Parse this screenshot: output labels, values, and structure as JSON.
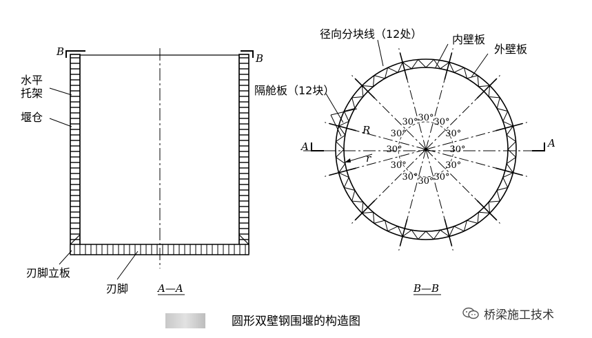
{
  "section_left": {
    "marker_left": "B",
    "marker_right": "B",
    "label_water_bracket_1": "水平",
    "label_water_bracket_2": "托架",
    "label_cofferdam": "堰仓",
    "label_blade_plate": "刃脚立板",
    "label_blade": "刃脚",
    "section_title": "A—A"
  },
  "section_right": {
    "label_divider_lines": "径向分块线（12处）",
    "label_inner_wall": "内壁板",
    "label_outer_wall": "外壁板",
    "label_bulkhead": "隔舱板（12块）",
    "label_R": "R",
    "label_r": "r",
    "marker_left": "A",
    "marker_right": "A",
    "angle_labels": [
      "30°",
      "30°",
      "30°",
      "30°",
      "30°",
      "30°",
      "30°",
      "30°",
      "30°",
      "30°",
      "30°",
      "30°"
    ],
    "section_title": "B—B"
  },
  "caption": "圆形双壁钢围堰的构造图",
  "watermark": "桥梁施工技术"
}
